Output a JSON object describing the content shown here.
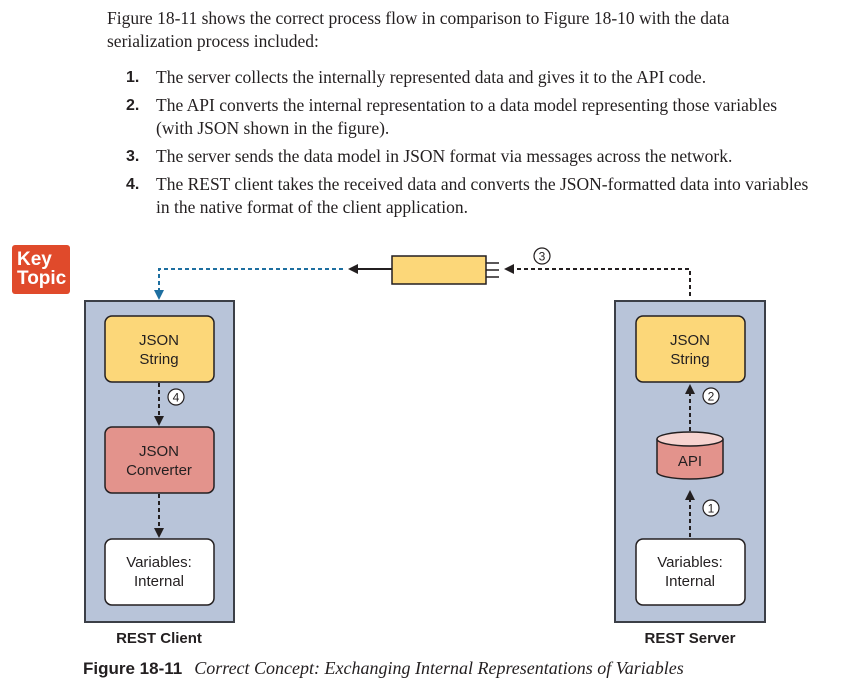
{
  "intro_text": "Figure 18-11 shows the correct process flow in comparison to Figure 18-10 with the data serialization process included:",
  "steps": [
    {
      "num": "1.",
      "text": "The server collects the internally represented data and gives it to the API code."
    },
    {
      "num": "2.",
      "text": "The API converts the internal representation to a data model representing those variables (with JSON shown in the figure)."
    },
    {
      "num": "3.",
      "text": "The server sends the data model in JSON format via messages across the network."
    },
    {
      "num": "4.",
      "text": "The REST client takes the received data and converts the JSON-formatted data into variables in the native format of the client application."
    }
  ],
  "key_topic": {
    "line1": "Key",
    "line2": "Topic"
  },
  "diagram": {
    "client": {
      "label": "REST Client",
      "json_line1": "JSON",
      "json_line2": "String",
      "converter_line1": "JSON",
      "converter_line2": "Converter",
      "vars_line1": "Variables:",
      "vars_line2": "Internal",
      "step": "4"
    },
    "server": {
      "label": "REST Server",
      "json_line1": "JSON",
      "json_line2": "String",
      "api": "API",
      "vars_line1": "Variables:",
      "vars_line2": "Internal",
      "step_api": "2",
      "step_vars": "1"
    },
    "network_step": "3",
    "colors": {
      "panel_fill": "#b8c4d9",
      "panel_stroke": "#3b3f47",
      "json_fill": "#fcd779",
      "converter_fill": "#e3938c",
      "arrow_blue": "#1e6fa0"
    }
  },
  "caption": {
    "figure": "Figure 18-11",
    "title": "Correct Concept: Exchanging Internal Representations of Variables"
  }
}
